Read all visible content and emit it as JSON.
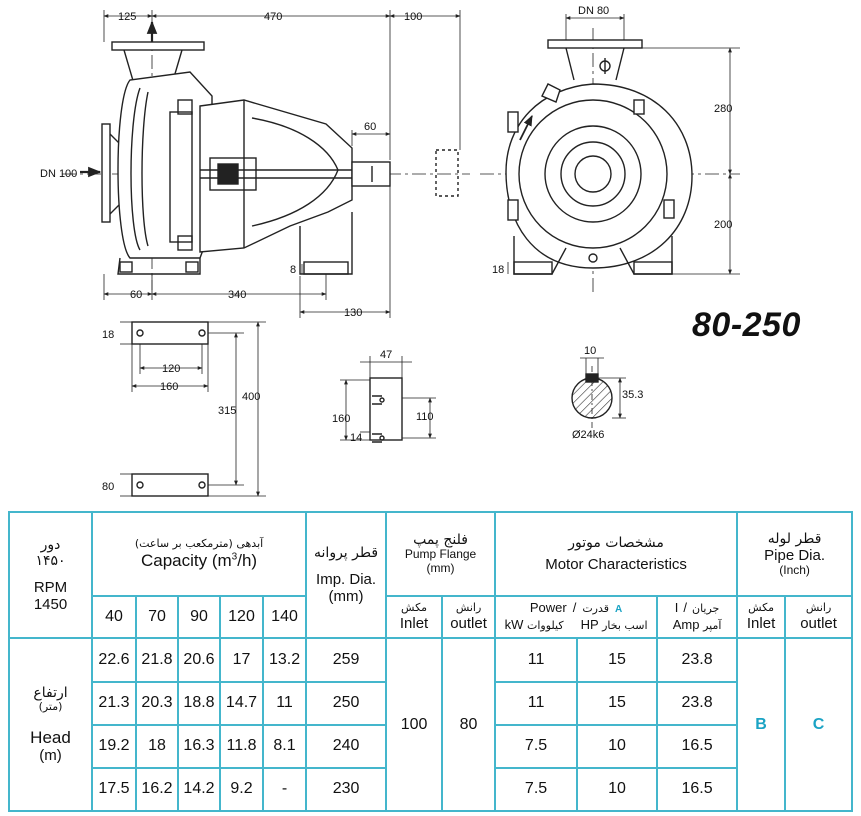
{
  "model": "80-250",
  "dims": {
    "d125": "125",
    "d470": "470",
    "d100": "100",
    "d60": "60",
    "d340": "340",
    "d130": "130",
    "d8": "8",
    "d18": "18",
    "d18b": "18",
    "d120": "120",
    "d160": "160",
    "d315": "315",
    "d400": "400",
    "d80b": "80",
    "d47": "47",
    "d160b": "160",
    "d110": "110",
    "d14": "14",
    "d10": "10",
    "d353": "35.3",
    "shaft": "Ø24k6",
    "d280": "280",
    "d200": "200",
    "dn80": "DN 80",
    "dn100": "DN 100",
    "d60top": "60"
  },
  "table": {
    "speed_fa": "دور",
    "speed_fa_num": "۱۴۵۰",
    "rpm_label": "RPM",
    "rpm_value": "1450",
    "capacity_fa": "آبدهی (مترمکعب بر ساعت)",
    "capacity_en": "Capacity (m",
    "capacity_sup": "3",
    "capacity_tail": "/h)",
    "capacities": [
      "40",
      "70",
      "90",
      "120",
      "140"
    ],
    "imp_fa": "قطر پروانه",
    "imp_en": "Imp. Dia.",
    "imp_unit": "(mm)",
    "flange_fa": "فلنج پمپ",
    "flange_en": "Pump Flange",
    "flange_unit": "(mm)",
    "inlet_fa": "مکش",
    "inlet_en": "Inlet",
    "outlet_fa": "رانش",
    "outlet_en": "outlet",
    "motor_fa": "مشخصات موتور",
    "motor_en": "Motor Characteristics",
    "power_en": "Power",
    "slash": "/",
    "power_fa": "قدرت",
    "power_code": "A",
    "current_fa": "جریان",
    "current_en": "I",
    "kw_en": "kW",
    "kw_fa": "کیلووات",
    "hp_en": "HP",
    "hp_fa": "اسب بخار",
    "amp_en": "Amp",
    "amp_fa": "آمپر",
    "pipe_fa": "قطر لوله",
    "pipe_en": "Pipe Dia.",
    "pipe_unit": "(Inch)",
    "pipe_inlet_fa": "مکش",
    "pipe_inlet_en": "Inlet",
    "pipe_outlet_fa": "رانش",
    "pipe_outlet_en": "outlet",
    "head_fa": "ارتفاع",
    "head_fa_unit": "(متر)",
    "head_en": "Head",
    "head_unit": "(m)",
    "inlet_value": "100",
    "outlet_value": "80",
    "pipe_inlet_code": "B",
    "pipe_outlet_code": "C",
    "rows": [
      {
        "heads": [
          "22.6",
          "21.8",
          "20.6",
          "17",
          "13.2"
        ],
        "imp": "259",
        "kw": "11",
        "hp": "15",
        "amp": "23.8"
      },
      {
        "heads": [
          "21.3",
          "20.3",
          "18.8",
          "14.7",
          "11"
        ],
        "imp": "250",
        "kw": "11",
        "hp": "15",
        "amp": "23.8"
      },
      {
        "heads": [
          "19.2",
          "18",
          "16.3",
          "11.8",
          "8.1"
        ],
        "imp": "240",
        "kw": "7.5",
        "hp": "10",
        "amp": "16.5"
      },
      {
        "heads": [
          "17.5",
          "16.2",
          "14.2",
          "9.2",
          "-"
        ],
        "imp": "230",
        "kw": "7.5",
        "hp": "10",
        "amp": "16.5"
      }
    ]
  }
}
